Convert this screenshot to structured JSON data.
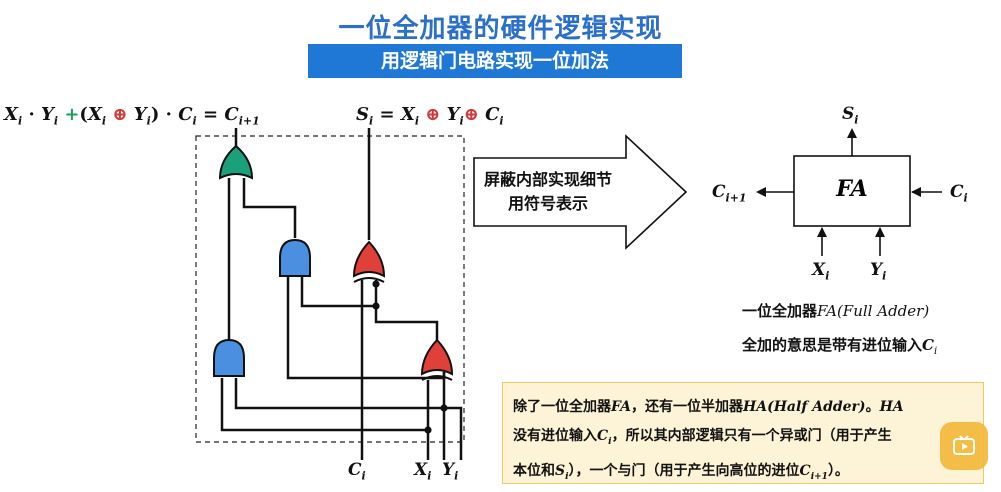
{
  "title": "一位全加器的硬件逻辑实现",
  "subtitle": "用逻辑门电路实现一位加法",
  "carry_formula": {
    "a": "X",
    "dot1": "·",
    "b": "Y",
    "plus": "+",
    "open": "(",
    "c": "X",
    "xor": "⊕",
    "d": "Y",
    "close": ")",
    "dot2": "·",
    "e": "C",
    "eq": "=",
    "f": "C",
    "sub_i": "i",
    "sub_i1": "i+1"
  },
  "sum_formula": {
    "s": "S",
    "eq": "=",
    "x": "X",
    "xor1": "⊕",
    "y": "Y",
    "xor2": "⊕",
    "c": "C",
    "sub": "i"
  },
  "circuit_inputs": {
    "ci": "C",
    "xi": "X",
    "yi": "Y",
    "sub": "i"
  },
  "arrow_text": {
    "line1": "屏蔽内部实现细节",
    "line2": "用符号表示"
  },
  "fa_block": {
    "label": "FA",
    "si": "S",
    "ci_out": "C",
    "ci_out_sub": "i+1",
    "ci_in": "C",
    "xi": "X",
    "yi": "Y",
    "sub": "i"
  },
  "captions": {
    "line1_text": "一位全加器",
    "line1_math": "FA(Full Adder)",
    "line2_text": "全加的意思是带有进位输入",
    "line2_math": "C",
    "line2_sub": "i"
  },
  "note": {
    "line1_a": "除了一位全加器",
    "line1_fa": "FA",
    "line1_b": "，还有一位半加器",
    "line1_ha": "HA(Half Adder)",
    "line1_c": "。",
    "line1_ha2": "HA",
    "line2_a": "没有进位输入",
    "line2_c": "C",
    "line2_sub": "i",
    "line2_b": "，所以其内部逻辑只有一个异或门（用于产生",
    "line3_a": "本位和",
    "line3_s": "S",
    "line3_sub": "i",
    "line3_b": "），一个与门（用于产生向高位的进位",
    "line3_c": "C",
    "line3_sub2": "i+1",
    "line3_d": "）。"
  },
  "colors": {
    "accent": "#2a6fc9",
    "banner": "#1f78d6",
    "and_gate": "#4a8fe0",
    "xor_gate": "#e0403a",
    "or_gate": "#1aa07a",
    "note_bg": "#fdf3d6"
  }
}
